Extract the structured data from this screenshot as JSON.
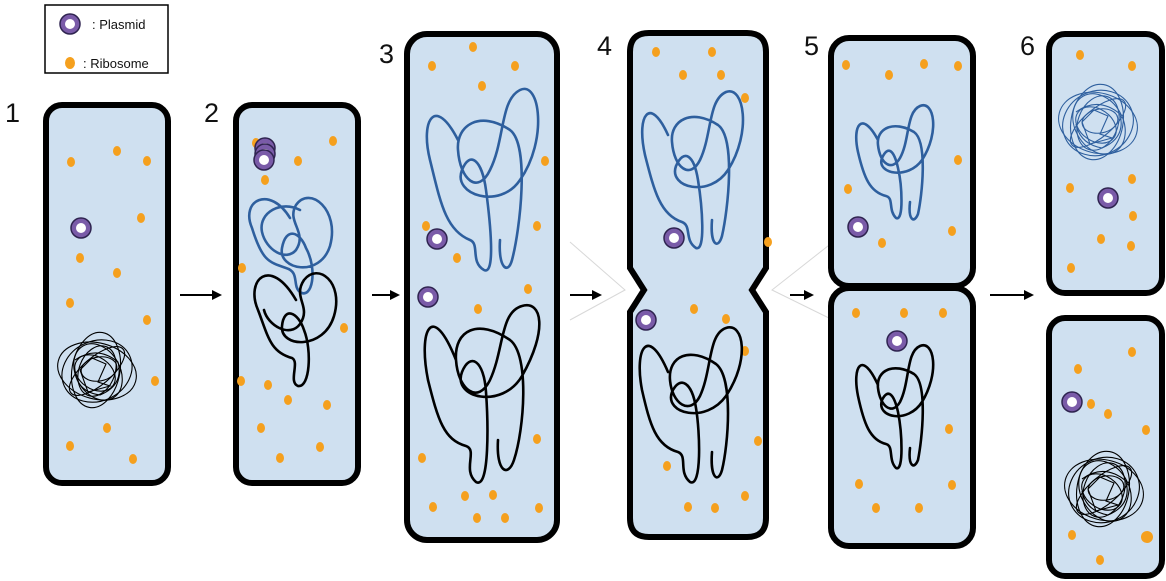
{
  "legend": {
    "plasmid_label": ": Plasmid",
    "ribosome_label": ": Ribosome"
  },
  "stages": [
    {
      "label": "1"
    },
    {
      "label": "2"
    },
    {
      "label": "3"
    },
    {
      "label": "4"
    },
    {
      "label": "5"
    },
    {
      "label": "6"
    }
  ],
  "colors": {
    "cytoplasm": "#cfe0f0",
    "ribosome": "#f5a01e",
    "plasmid": "#7a5ba8",
    "dna_original": "#000000",
    "dna_copy": "#2e5f9e"
  }
}
